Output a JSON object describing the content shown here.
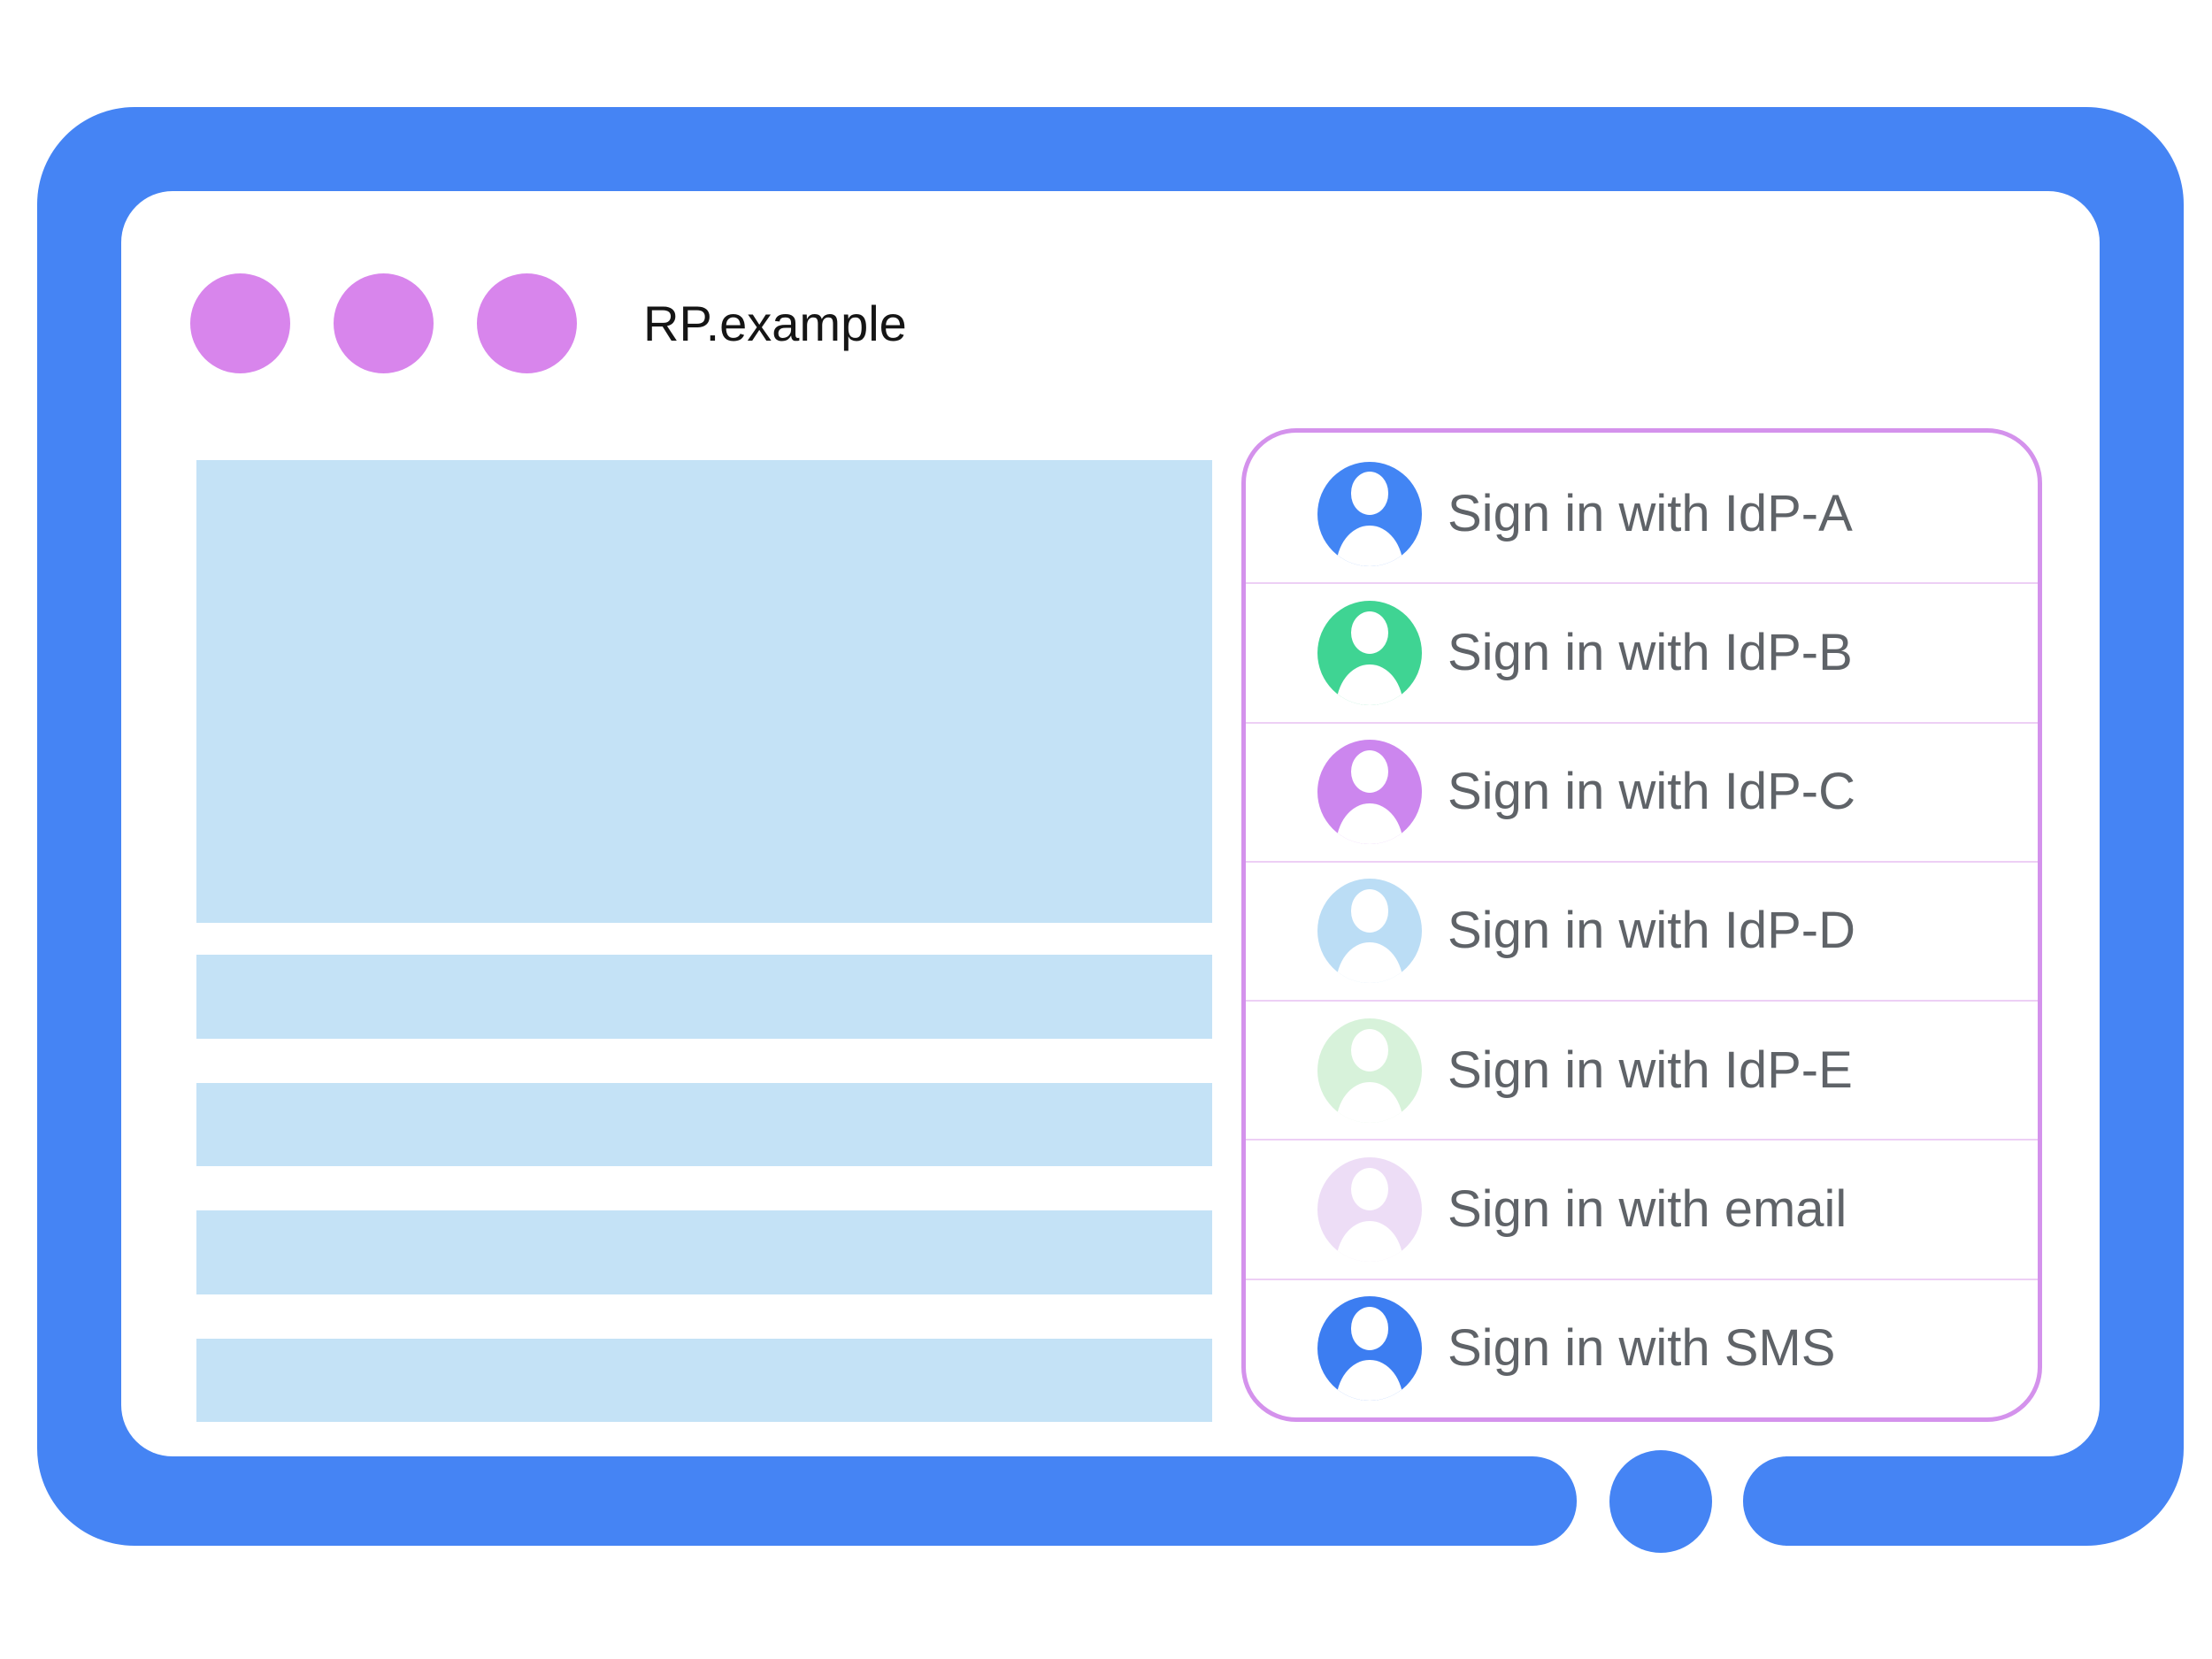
{
  "window": {
    "title": "RP.example"
  },
  "theme": {
    "frame_blue": "#4584F4",
    "window_dot_purple": "#D885EC",
    "placeholder_blue": "#C4E2F6",
    "panel_border": "#D492EC",
    "row_divider": "#EDCFF5",
    "label_gray": "#5F6368",
    "title_color": "#151515",
    "avatar_glyph_white": "#FFFFFF"
  },
  "signin_panel": {
    "items": [
      {
        "label": "Sign in with IdP-A",
        "avatar_color": "#4285F4"
      },
      {
        "label": "Sign in with IdP-B",
        "avatar_color": "#3FD493"
      },
      {
        "label": "Sign in with IdP-C",
        "avatar_color": "#CC86EE"
      },
      {
        "label": "Sign in with IdP-D",
        "avatar_color": "#BBDDF5"
      },
      {
        "label": "Sign in with IdP-E",
        "avatar_color": "#D7F2DA"
      },
      {
        "label": "Sign in with email",
        "avatar_color": "#EDDDF6"
      },
      {
        "label": "Sign in with SMS",
        "avatar_color": "#3C7DF1"
      }
    ]
  }
}
